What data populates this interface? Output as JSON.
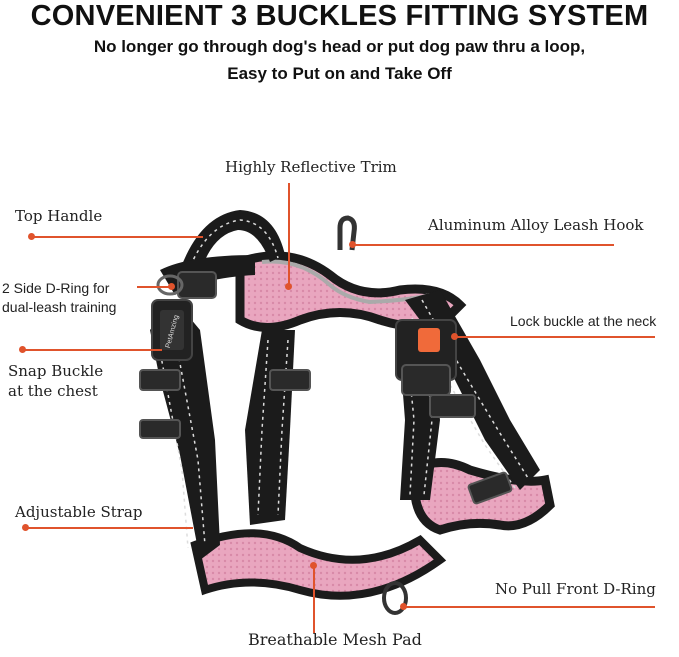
{
  "header": {
    "title": "CONVENIENT 3 BUCKLES FITTING SYSTEM",
    "subtitle_line1": "No longer go through dog's head or put dog paw thru a loop,",
    "subtitle_line2": "Easy to Put on and Take Off"
  },
  "callouts": {
    "reflective_trim": "Highly Reflective Trim",
    "top_handle": "Top Handle",
    "leash_hook": "Aluminum Alloy Leash Hook",
    "side_dring_line1": "2 Side D-Ring for",
    "side_dring_line2": "dual-leash training",
    "lock_buckle": "Lock buckle at the neck",
    "snap_buckle_line1": "Snap Buckle",
    "snap_buckle_line2": "at the chest",
    "adjustable_strap": "Adjustable Strap",
    "front_dring": "No Pull Front D-Ring",
    "mesh_pad": "Breathable Mesh Pad"
  },
  "product": {
    "brand_mark": "PetAmzing"
  },
  "colors": {
    "accent": "#e0532c",
    "mesh_pink": "#e9a6bf",
    "strap_black": "#1b1b1b",
    "buckle_orange": "#f06a3a"
  }
}
